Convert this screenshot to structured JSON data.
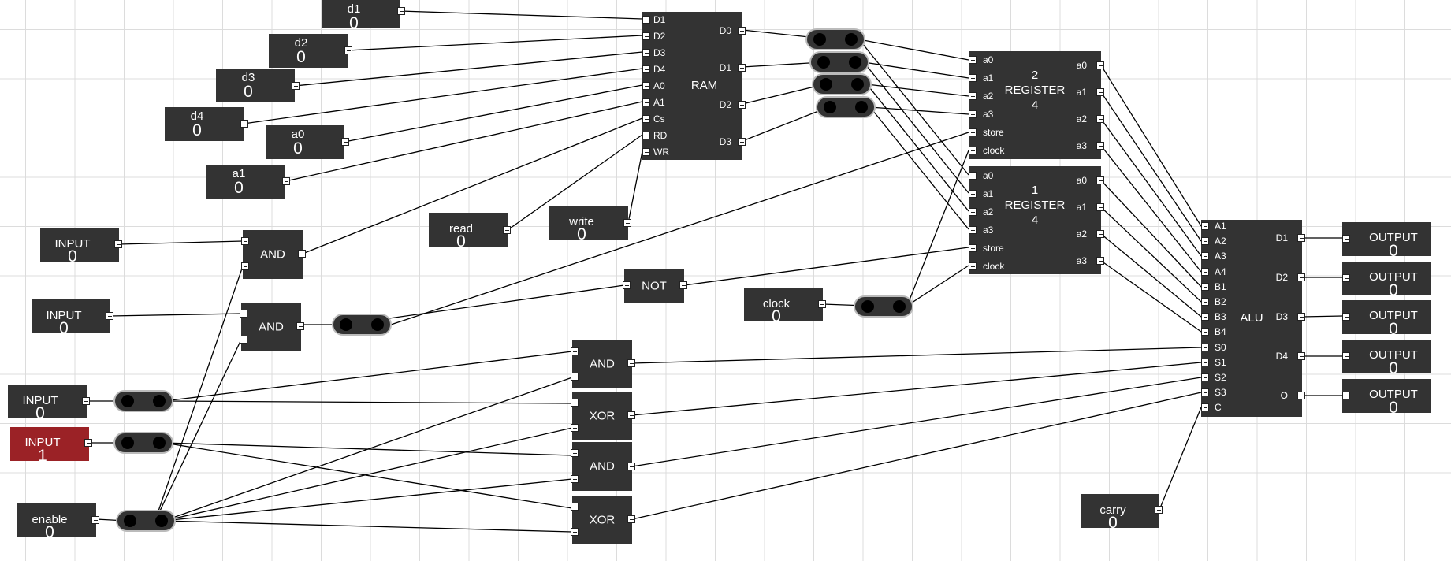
{
  "inputs": {
    "d1": {
      "label": "d1",
      "value": "0"
    },
    "d2": {
      "label": "d2",
      "value": "0"
    },
    "d3": {
      "label": "d3",
      "value": "0"
    },
    "d4": {
      "label": "d4",
      "value": "0"
    },
    "a0": {
      "label": "a0",
      "value": "0"
    },
    "a1": {
      "label": "a1",
      "value": "0"
    },
    "read": {
      "label": "read",
      "value": "0"
    },
    "write": {
      "label": "write",
      "value": "0"
    },
    "clock": {
      "label": "clock",
      "value": "0"
    },
    "carry": {
      "label": "carry",
      "value": "0"
    },
    "in1": {
      "label": "INPUT",
      "value": "0"
    },
    "in2": {
      "label": "INPUT",
      "value": "0"
    },
    "in3": {
      "label": "INPUT",
      "value": "0"
    },
    "in4": {
      "label": "INPUT",
      "value": "1"
    },
    "enable": {
      "label": "enable",
      "value": "0"
    }
  },
  "outputs": [
    {
      "label": "OUTPUT",
      "value": "0"
    },
    {
      "label": "OUTPUT",
      "value": "0"
    },
    {
      "label": "OUTPUT",
      "value": "0"
    },
    {
      "label": "OUTPUT",
      "value": "0"
    },
    {
      "label": "OUTPUT",
      "value": "0"
    }
  ],
  "gates": {
    "and1": "AND",
    "and2": "AND",
    "not1": "NOT",
    "and3": "AND",
    "xor1": "XOR",
    "and4": "AND",
    "xor2": "XOR"
  },
  "ram": {
    "title": "RAM",
    "inputs": [
      "D1",
      "D2",
      "D3",
      "D4",
      "A0",
      "A1",
      "Cs",
      "RD",
      "WR"
    ],
    "outputs": [
      "D0",
      "D1",
      "D2",
      "D3"
    ]
  },
  "register2": {
    "line1": "2",
    "line2": "REGISTER",
    "line3": "4",
    "inputs": [
      "a0",
      "a1",
      "a2",
      "a3",
      "store",
      "clock"
    ],
    "outputs": [
      "a0",
      "a1",
      "a2",
      "a3"
    ]
  },
  "register1": {
    "line1": "1",
    "line2": "REGISTER",
    "line3": "4",
    "inputs": [
      "a0",
      "a1",
      "a2",
      "a3",
      "store",
      "clock"
    ],
    "outputs": [
      "a0",
      "a1",
      "a2",
      "a3"
    ]
  },
  "alu": {
    "title": "ALU",
    "inputs": [
      "A1",
      "A2",
      "A3",
      "A4",
      "B1",
      "B2",
      "B3",
      "B4",
      "S0",
      "S1",
      "S2",
      "S3",
      "C"
    ],
    "outputs": [
      "D1",
      "D2",
      "D3",
      "D4",
      "O"
    ]
  },
  "colors": {
    "block": "#333333",
    "active": "#9b2226",
    "grid": "#dcdcdc",
    "wire": "#000000"
  }
}
